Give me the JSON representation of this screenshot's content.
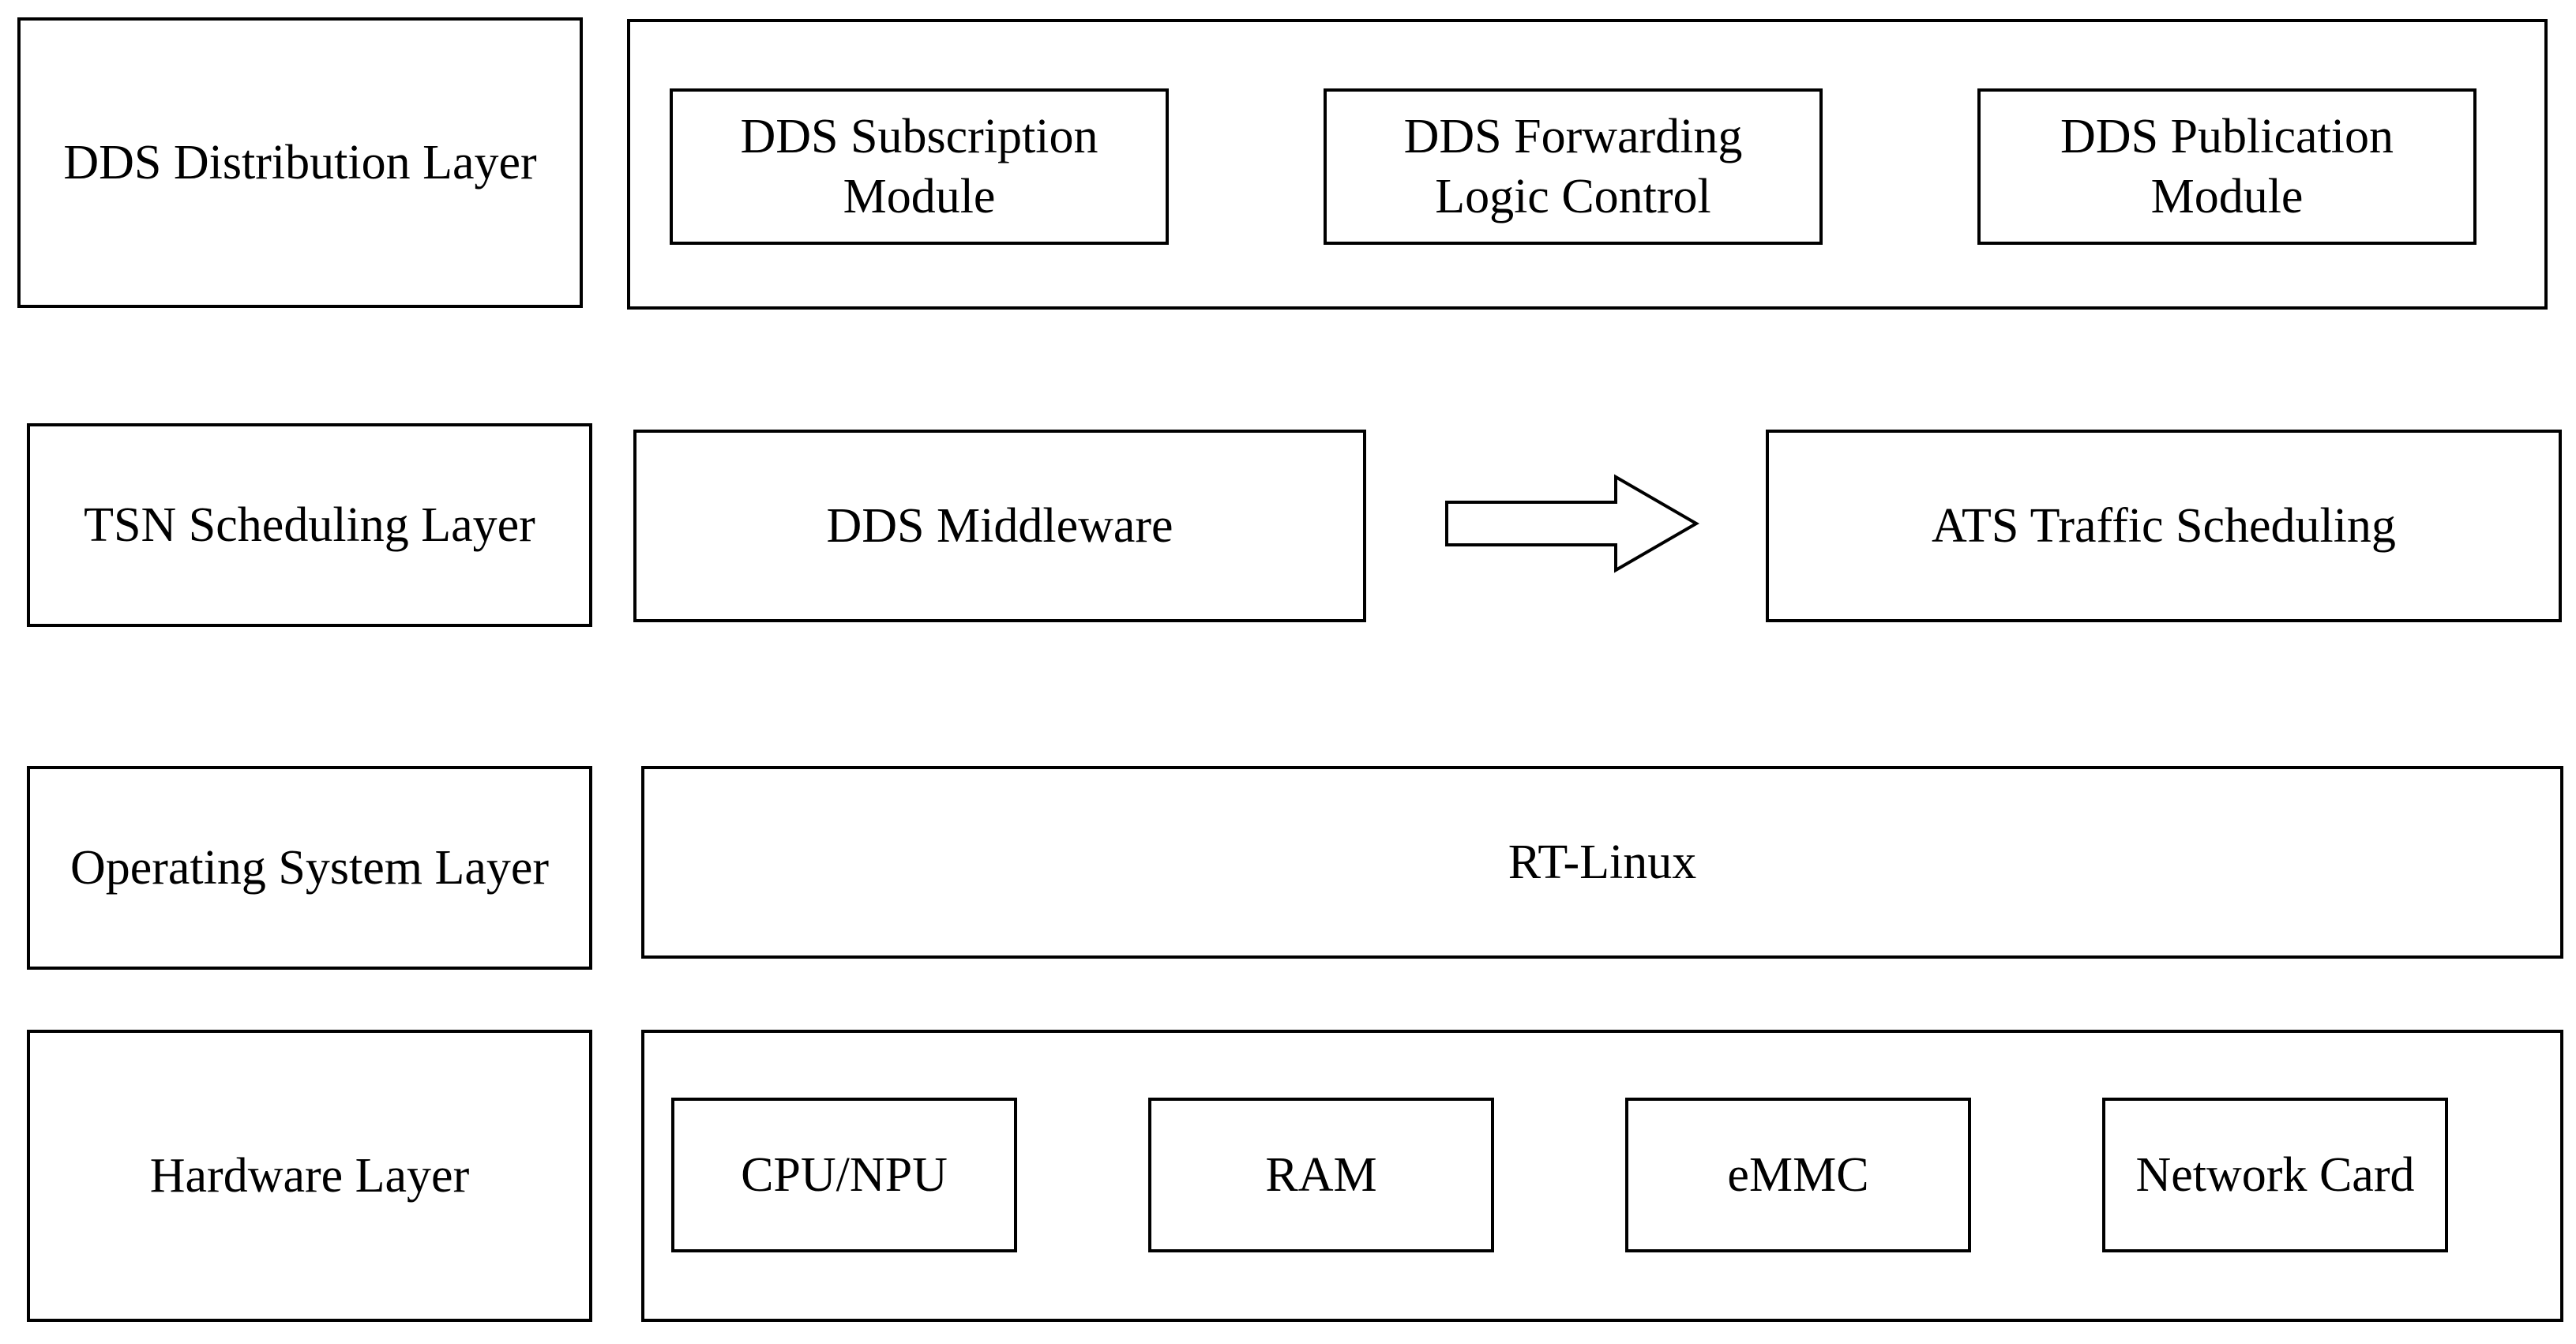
{
  "layers": {
    "dds_distribution": "DDS Distribution Layer",
    "tsn_scheduling": "TSN Scheduling Layer",
    "operating_system": "Operating System Layer",
    "hardware": "Hardware Layer"
  },
  "dds_distribution_modules": {
    "subscription": "DDS Subscription Module",
    "forwarding": "DDS Forwarding Logic Control",
    "publication": "DDS Publication Module"
  },
  "tsn_scheduling_components": {
    "middleware": "DDS Middleware",
    "ats": "ATS Traffic Scheduling"
  },
  "operating_system_component": "RT-Linux",
  "hardware_components": {
    "cpu": "CPU/NPU",
    "ram": "RAM",
    "emmc": "eMMC",
    "network_card": "Network Card"
  }
}
